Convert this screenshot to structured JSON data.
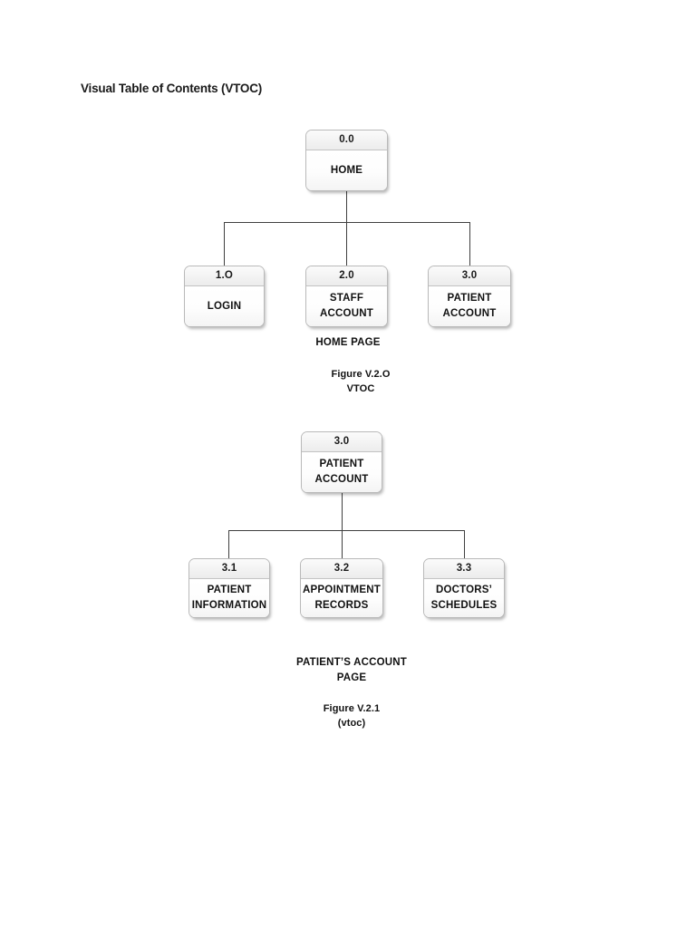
{
  "document": {
    "title": "Visual Table of Contents (VTOC)"
  },
  "diagrams": [
    {
      "name": "vtoc-home",
      "root": {
        "id": "0.0",
        "label": "HOME"
      },
      "children": [
        {
          "id": "1.O",
          "label": "LOGIN"
        },
        {
          "id": "2.0",
          "label": "STAFF\nACCOUNT"
        },
        {
          "id": "3.0",
          "label": "PATIENT\nACCOUNT"
        }
      ],
      "page_caption": "HOME PAGE",
      "figure_caption": "Figure V.2.O\nVTOC"
    },
    {
      "name": "vtoc-patient-account",
      "root": {
        "id": "3.0",
        "label": "PATIENT\nACCOUNT"
      },
      "children": [
        {
          "id": "3.1",
          "label": "PATIENT\nINFORMATION"
        },
        {
          "id": "3.2",
          "label": "APPOINTMENT\nRECORDS"
        },
        {
          "id": "3.3",
          "label": "DOCTORS’\nSCHEDULES"
        }
      ],
      "page_caption": "PATIENT’S ACCOUNT\nPAGE",
      "figure_caption": "Figure V.2.1\n(vtoc)"
    }
  ],
  "colors": {
    "page_background": "#ffffff",
    "node_border": "#b9b9b9",
    "node_header": "#f2f2f2",
    "connector": "#3f3f3f",
    "text": "#111111"
  }
}
